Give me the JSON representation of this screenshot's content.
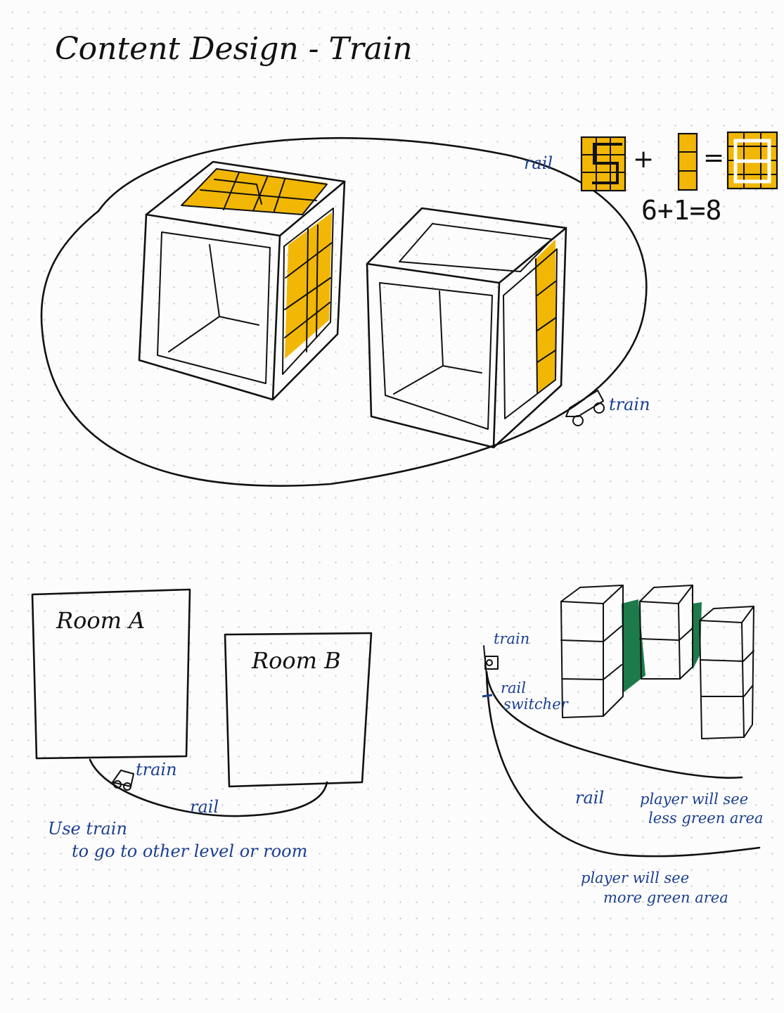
{
  "title": "Content Design - Train",
  "top_section": {
    "rail_label": "rail",
    "train_label": "train",
    "equation": {
      "left_block": "5",
      "plus": "+",
      "middle_block": "1",
      "equals": "=",
      "text": "6+1=8"
    }
  },
  "rooms_section": {
    "room_a": "Room A",
    "room_b": "Room B",
    "train_label": "train",
    "rail_label": "rail",
    "note_line1": "Use train",
    "note_line2": "to go to other level or room"
  },
  "perspective_section": {
    "train_label": "train",
    "switcher_line1": "rail",
    "switcher_line2": "switcher",
    "rail_label": "rail",
    "less_line1": "player will see",
    "less_line2": "less green area",
    "more_line1": "player will see",
    "more_line2": "more green area"
  },
  "colors": {
    "yellow_fill": "#f2b705",
    "green_fill": "#1d7a4a",
    "ink": "#111111",
    "note_blue": "#1c3f8f"
  }
}
